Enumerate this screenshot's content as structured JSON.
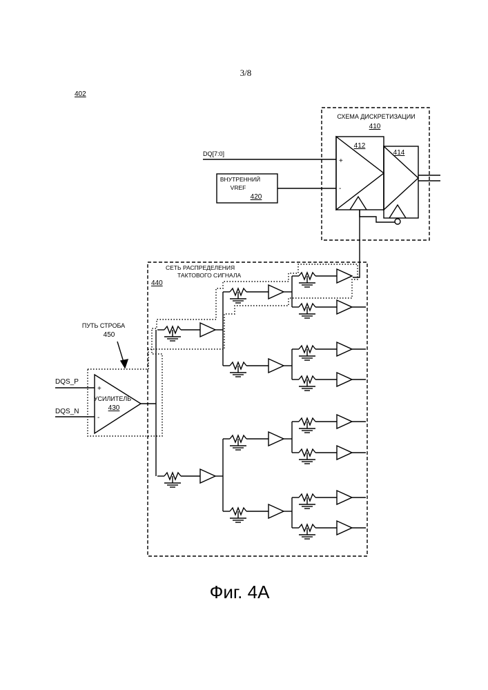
{
  "page_number": "3/8",
  "figure_ref": "402",
  "sampling_circuit": {
    "title": "СХЕМА ДИСКРЕТИЗАЦИИ",
    "ref": "410",
    "comparator_ref": "412",
    "latch_ref": "414"
  },
  "input_signal": "DQ[7:0]",
  "vref_box": {
    "line1": "ВНУТРЕННИЙ",
    "line2": "VREF",
    "ref": "420"
  },
  "clock_network": {
    "line1": "СЕТЬ РАСПРЕДЕЛЕНИЯ",
    "line2": "ТАКТОВОГО СИГНАЛА",
    "ref": "440"
  },
  "strobe_path": {
    "line1": "ПУТЬ СТРОБА",
    "ref": "450"
  },
  "amplifier": {
    "label": "УСИЛИТЕЛЬ",
    "ref": "430",
    "plus": "+",
    "minus": "-"
  },
  "dqs_p": "DQS_P",
  "dqs_n": "DQS_N",
  "comparator_plus": "+",
  "comparator_minus": "-",
  "caption": "Фиг. 4А"
}
